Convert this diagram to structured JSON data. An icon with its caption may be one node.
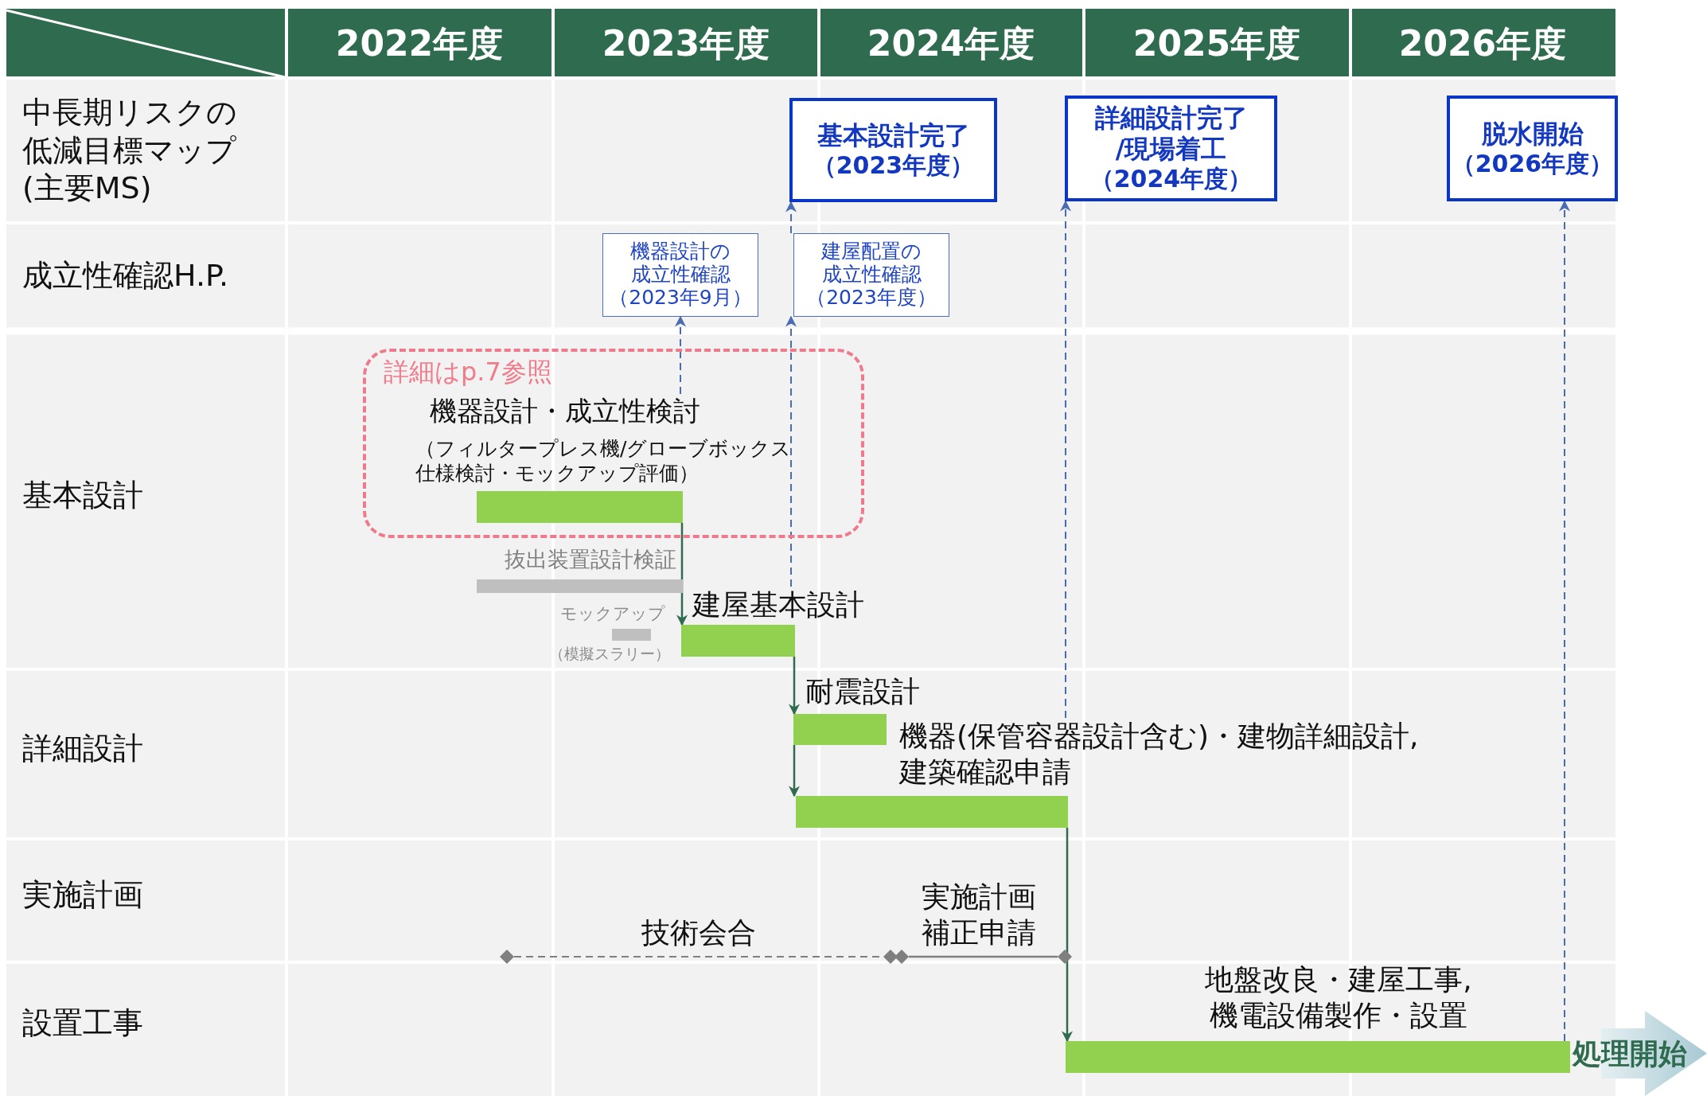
{
  "diagram": {
    "nodes": [
      {
        "text": [
          "基本設計完了",
          "（2023年度）"
        ]
      },
      {
        "text": [
          "詳細設計完了/現場着工",
          "（2024年度）"
        ]
      },
      {
        "text": [
          "脱水開始",
          "（2026年度）"
        ]
      },
      {
        "text": [
          "機器設計の成立性確認",
          "（2023年9月）"
        ]
      },
      {
        "text": [
          "建屋配置の成立性確認",
          "（2023年度）"
        ]
      },
      {
        "text": [
          "詳細はp.7参照"
        ]
      },
      {
        "text": [
          "機器設計・成立性検討",
          "（フィルタープレス機/グローブボックス仕様検討・モックアップ評価）"
        ],
        "in": 5
      },
      {
        "text": [
          "抜出装置設計検証"
        ]
      },
      {
        "text": [
          "モックアップ",
          "（模擬スラリー）"
        ]
      },
      {
        "text": [
          "建屋基本設計"
        ]
      },
      {
        "text": [
          "耐震設計"
        ]
      },
      {
        "text": [
          "機器(保管容器設計含む)・建物詳細設計,建築確認申請"
        ]
      },
      {
        "text": [],
        "shape": "diamond"
      },
      {
        "text": [],
        "shape": "diamond"
      },
      {
        "text": [],
        "shape": "diamond"
      },
      {
        "text": [],
        "shape": "diamond"
      },
      {
        "text": [
          "地盤改良・建屋工事,機電設備製作・設置"
        ]
      },
      {
        "text": [
          "処理開始"
        ]
      }
    ],
    "edges": [
      {
        "from": 6,
        "to": 3,
        "arrow": "to",
        "style": "dashed",
        "color": "#4a6cb3"
      },
      {
        "from": 9,
        "to": 4,
        "arrow": "to",
        "style": "dashed",
        "color": "#4a6cb3"
      },
      {
        "from": 4,
        "to": 0,
        "arrow": "to",
        "style": "dashed",
        "color": "#4a6cb3"
      },
      {
        "from": 11,
        "to": 1,
        "arrow": "to",
        "style": "dashed",
        "color": "#4a6cb3"
      },
      {
        "from": 16,
        "to": 2,
        "arrow": "to",
        "style": "dashed",
        "color": "#4a6cb3"
      },
      {
        "from": 6,
        "to": 9,
        "arrow": "to",
        "color": "#2e6b4f"
      },
      {
        "from": 9,
        "to": 10,
        "arrow": "to",
        "color": "#2e6b4f"
      },
      {
        "from": 10,
        "to": 11,
        "arrow": "to",
        "color": "#2e6b4f"
      },
      {
        "from": 11,
        "to": 16,
        "arrow": "to",
        "color": "#2e6b4f"
      },
      {
        "from": 12,
        "to": 13,
        "arrow": "none",
        "label": "技術会合",
        "style": "dashed",
        "color": "#7f7f7f"
      },
      {
        "from": 14,
        "to": 15,
        "arrow": "none",
        "label": "実施計画補正申請",
        "color": "#7f7f7f"
      }
    ],
    "labels": [
      "2022年度",
      "2023年度",
      "2024年度",
      "2025年度",
      "2026年度",
      "中長期リスクの低減目標マップ(主要MS)",
      "成立性確認H.P.",
      "基本設計",
      "詳細設計",
      "実施計画",
      "設置工事"
    ]
  }
}
